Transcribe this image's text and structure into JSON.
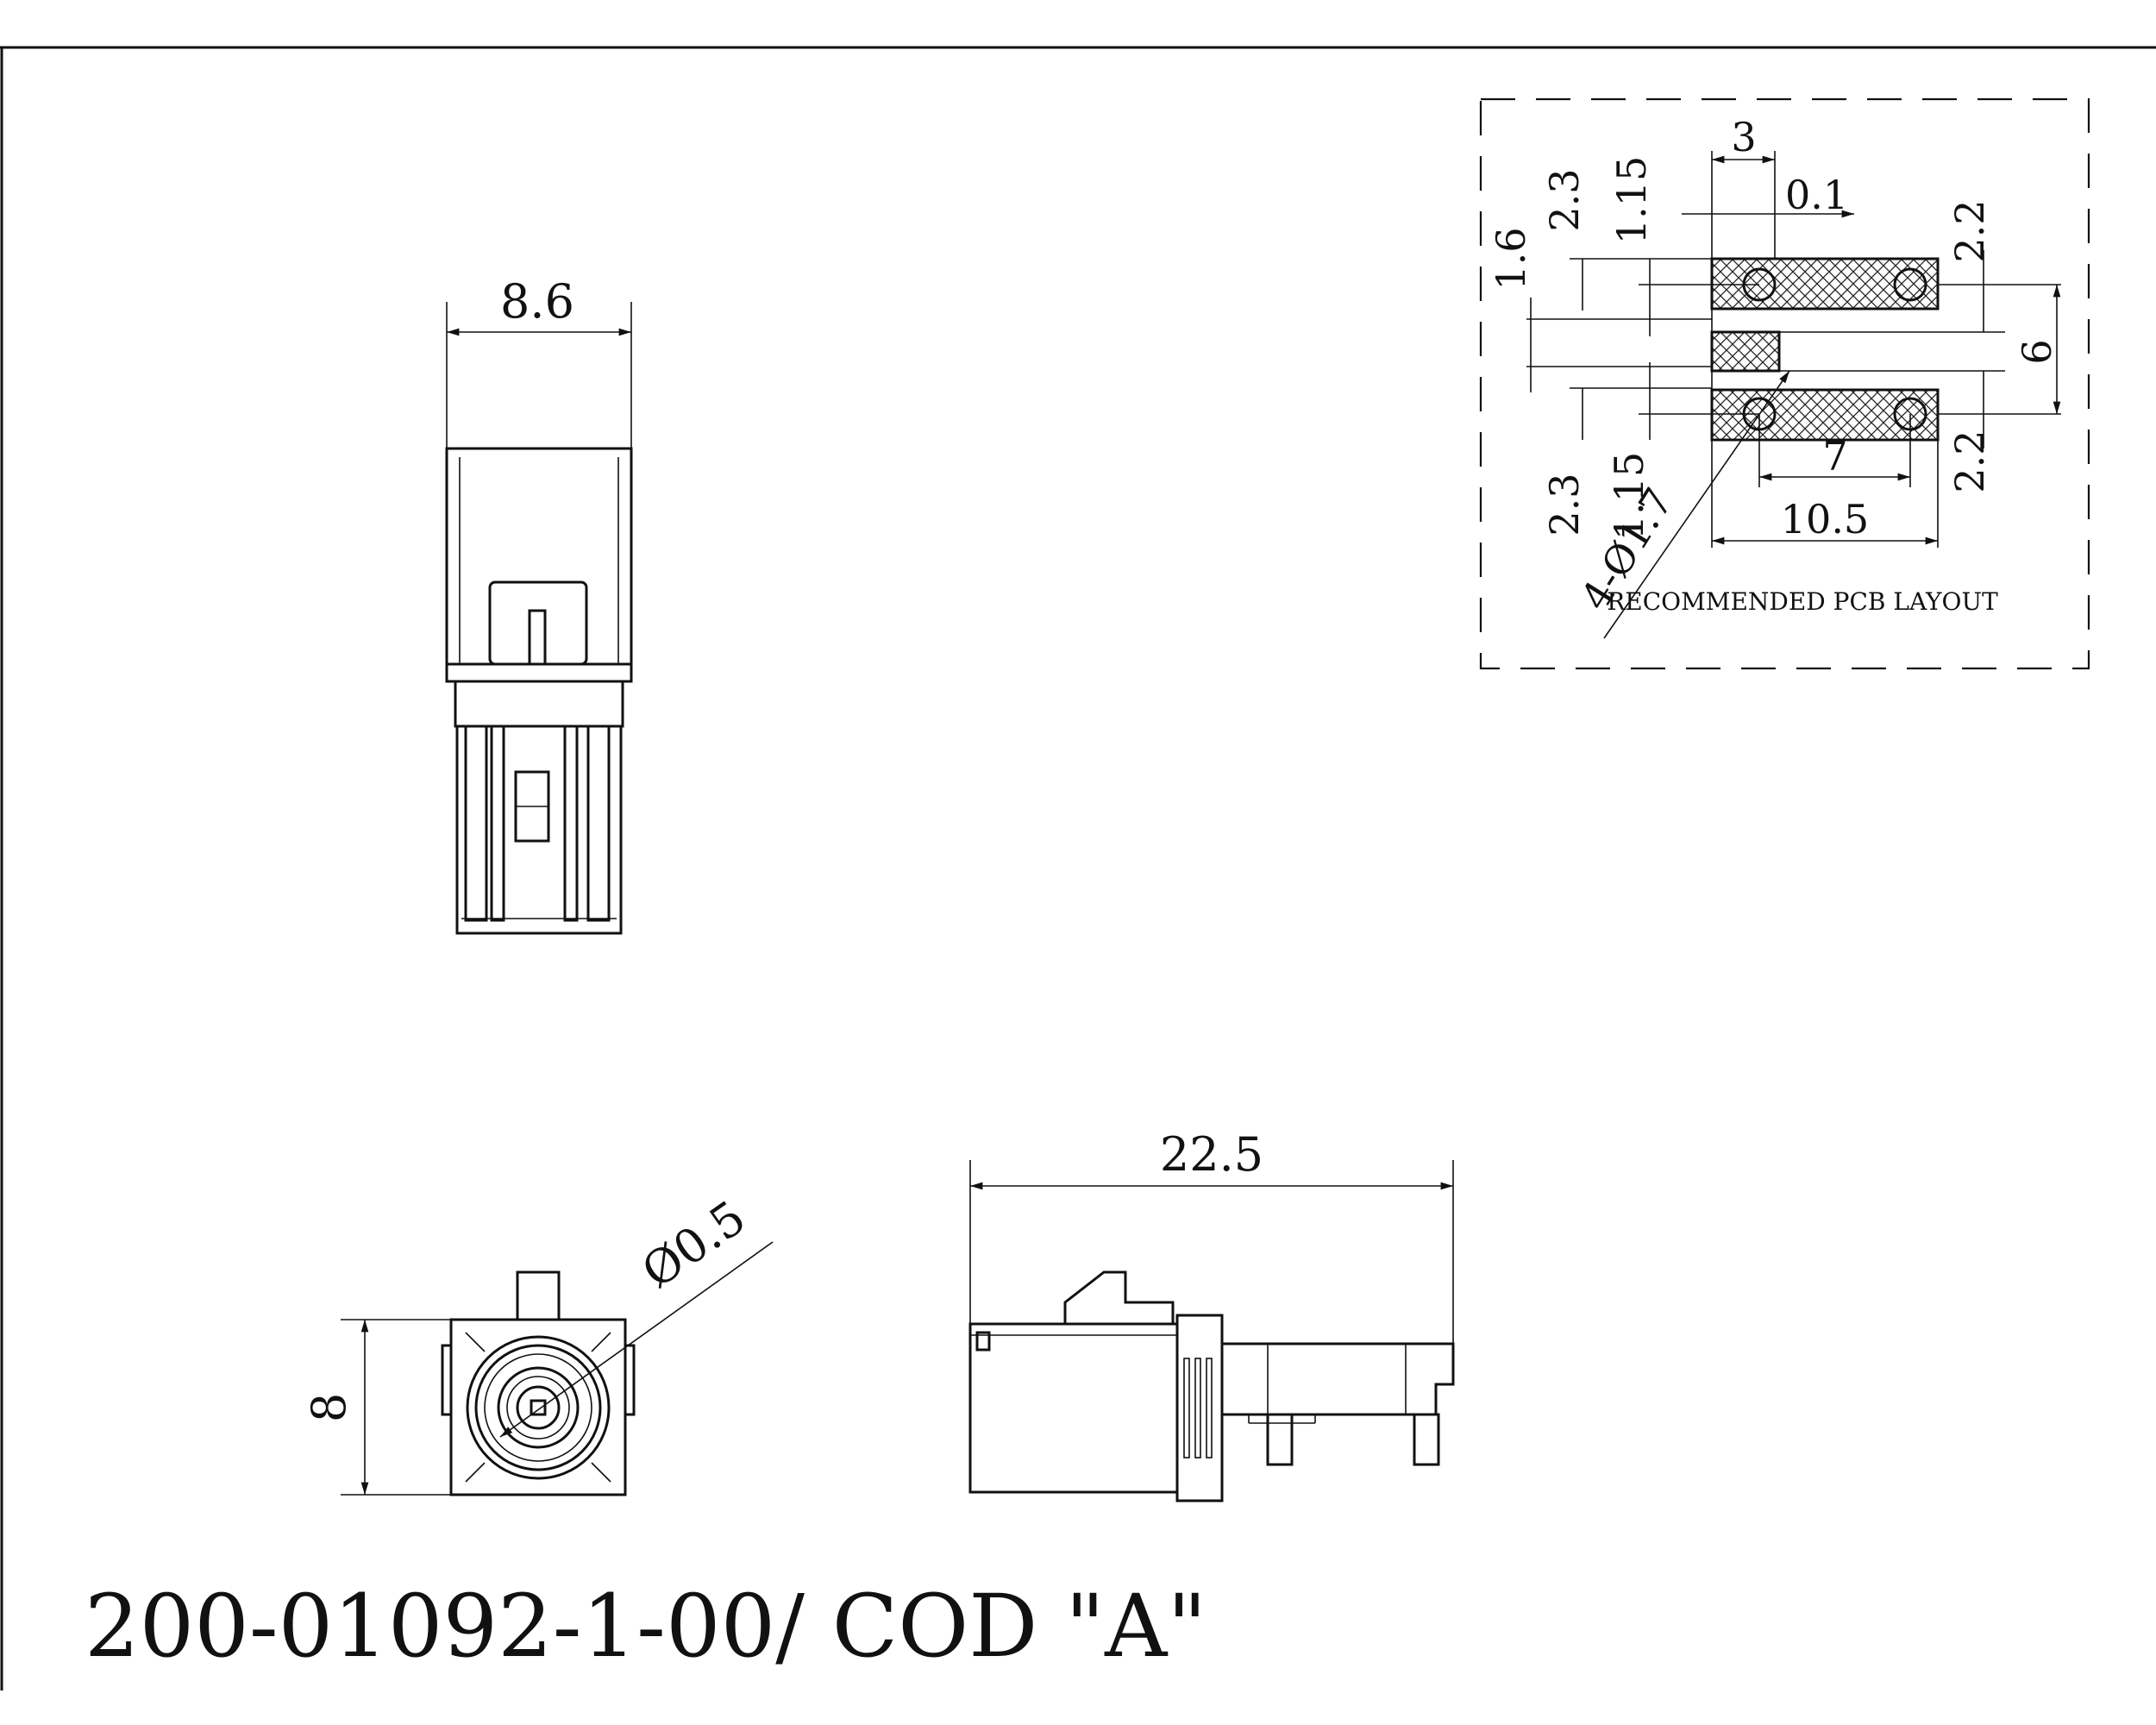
{
  "top_view": {
    "width_label": "8.6"
  },
  "front_view": {
    "height_label": "8",
    "diameter_label": "Ø0.5"
  },
  "side_view": {
    "length_label": "22.5"
  },
  "pcb_layout": {
    "title": "RECOMMENDED PCB LAYOUT",
    "dims": {
      "d3": "3",
      "d0_1": "0.1",
      "d2_3_top": "2.3",
      "d1_15_top": "1.15",
      "d1_6": "1.6",
      "d2_2_top": "2.2",
      "d6": "6",
      "d7": "7",
      "d2_2_bottom": "2.2",
      "d2_3_bottom": "2.3",
      "d1_15_bottom": "1.15",
      "d10_5": "10.5",
      "holes": "4-Ø1.7"
    }
  },
  "part_number": "200-01092-1-00/ COD \"A\""
}
